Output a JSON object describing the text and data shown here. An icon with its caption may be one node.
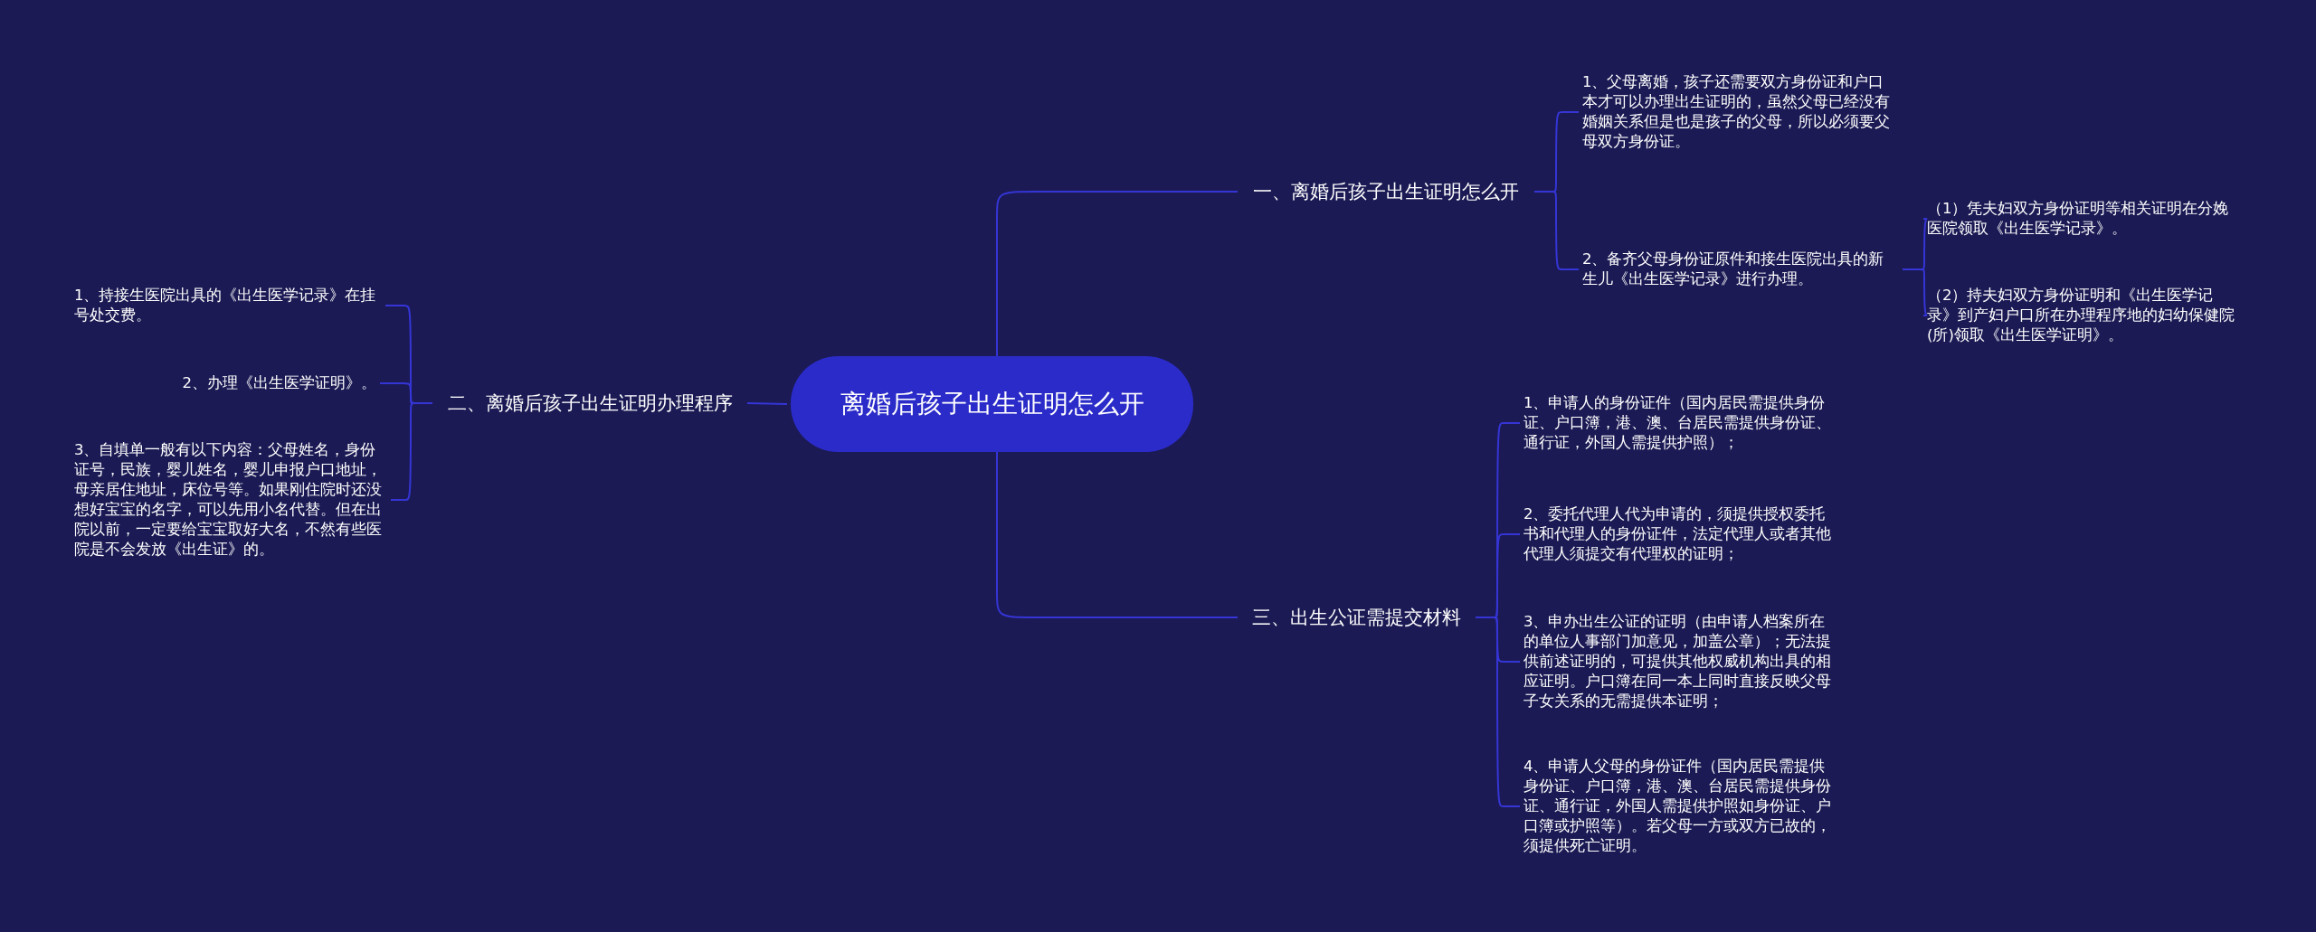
{
  "diagram": {
    "nodes": [
      {
        "text": [
          "离婚后孩子出生证明怎么开"
        ]
      },
      {
        "text": [
          "一、离婚后孩子出生证明怎么开"
        ]
      },
      {
        "text": [
          "1、父母离婚，孩子还需要双方身份证和户口本才可以办理出生证明的，虽然父母已经没有婚姻关系但是也是孩子的父母，所以必须要父母双方身份证。"
        ]
      },
      {
        "text": [
          "2、备齐父母身份证原件和接生医院出具的新生儿《出生医学记录》进行办理。"
        ]
      },
      {
        "text": [
          "（1）凭夫妇双方身份证明等相关证明在分娩医院领取《出生医学记录》。"
        ]
      },
      {
        "text": [
          "（2）持夫妇双方身份证明和《出生医学记录》到产妇户口所在办理程序地的妇幼保健院(所)领取《出生医学证明》。"
        ]
      },
      {
        "text": [
          "二、离婚后孩子出生证明办理程序"
        ]
      },
      {
        "text": [
          "1、持接生医院出具的《出生医学记录》在挂号处交费。"
        ]
      },
      {
        "text": [
          "2、办理《出生医学证明》。"
        ]
      },
      {
        "text": [
          "3、自填单一般有以下内容：父母姓名，身份证号，民族，婴儿姓名，婴儿申报户口地址，母亲居住地址，床位号等。如果刚住院时还没想好宝宝的名字，可以先用小名代替。但在出院以前，一定要给宝宝取好大名，不然有些医院是不会发放《出生证》的。"
        ]
      },
      {
        "text": [
          "三、出生公证需提交材料"
        ]
      },
      {
        "text": [
          "1、申请人的身份证件（国内居民需提供身份证、户口簿，港、澳、台居民需提供身份证、通行证，外国人需提供护照）；"
        ]
      },
      {
        "text": [
          "2、委托代理人代为申请的，须提供授权委托书和代理人的身份证件，法定代理人或者其他代理人须提交有代理权的证明；"
        ]
      },
      {
        "text": [
          "3、申办出生公证的证明（由申请人档案所在的单位人事部门加意见，加盖公章）；无法提供前述证明的，可提供其他权威机构出具的相应证明。户口簿在同一本上同时直接反映父母子女关系的无需提供本证明；"
        ]
      },
      {
        "text": [
          "4、申请人父母的身份证件（国内居民需提供身份证、户口簿，港、澳、台居民需提供身份证、通行证，外国人需提供护照如身份证、户口簿或护照等）。若父母一方或双方已故的，须提供死亡证明。"
        ]
      }
    ],
    "edges": [
      {
        "from": 0,
        "to": 1,
        "arrow": "none"
      },
      {
        "from": 1,
        "to": 2,
        "arrow": "none"
      },
      {
        "from": 1,
        "to": 3,
        "arrow": "none"
      },
      {
        "from": 3,
        "to": 4,
        "arrow": "none"
      },
      {
        "from": 3,
        "to": 5,
        "arrow": "none"
      },
      {
        "from": 0,
        "to": 6,
        "arrow": "none"
      },
      {
        "from": 6,
        "to": 7,
        "arrow": "none"
      },
      {
        "from": 6,
        "to": 8,
        "arrow": "none"
      },
      {
        "from": 6,
        "to": 9,
        "arrow": "none"
      },
      {
        "from": 0,
        "to": 10,
        "arrow": "none"
      },
      {
        "from": 10,
        "to": 11,
        "arrow": "none"
      },
      {
        "from": 10,
        "to": 12,
        "arrow": "none"
      },
      {
        "from": 10,
        "to": 13,
        "arrow": "none"
      },
      {
        "from": 10,
        "to": 14,
        "arrow": "none"
      }
    ]
  }
}
